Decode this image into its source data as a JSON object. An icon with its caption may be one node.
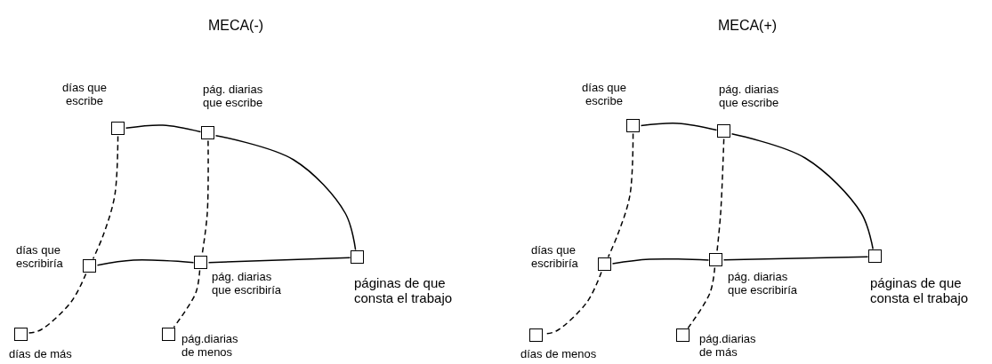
{
  "diagram": {
    "nodes": [
      {
        "text": [],
        "shape": "box",
        "beside": [
          "días que escribe"
        ]
      },
      {
        "text": [],
        "shape": "box",
        "beside": [
          "pág. diarias que escribe"
        ]
      },
      {
        "text": [],
        "shape": "box",
        "beside": [
          "días que escribiría"
        ]
      },
      {
        "text": [],
        "shape": "box",
        "beside": [
          "pág. diarias que escribiría"
        ]
      },
      {
        "text": [],
        "shape": "box",
        "beside": [
          "páginas de que consta el trabajo"
        ]
      },
      {
        "text": [],
        "shape": "box",
        "beside": [
          "días de más"
        ]
      },
      {
        "text": [],
        "shape": "box",
        "beside": [
          "pág.diarias de menos"
        ]
      },
      {
        "text": [],
        "shape": "box",
        "beside": [
          "días que escribe"
        ]
      },
      {
        "text": [],
        "shape": "box",
        "beside": [
          "pág. diarias que escribe"
        ]
      },
      {
        "text": [],
        "shape": "box",
        "beside": [
          "días que escribiría"
        ]
      },
      {
        "text": [],
        "shape": "box",
        "beside": [
          "pág. diarias que escribiría"
        ]
      },
      {
        "text": [],
        "shape": "box",
        "beside": [
          "páginas de que consta el trabajo"
        ]
      },
      {
        "text": [],
        "shape": "box",
        "beside": [
          "días de menos"
        ]
      },
      {
        "text": [],
        "shape": "box",
        "beside": [
          "pág.diarias de más"
        ]
      }
    ],
    "edges": [
      {
        "from": 0,
        "to": 1,
        "arrow": "none"
      },
      {
        "from": 1,
        "to": 4,
        "arrow": "none"
      },
      {
        "from": 2,
        "to": 3,
        "arrow": "none"
      },
      {
        "from": 3,
        "to": 4,
        "arrow": "none"
      },
      {
        "from": 0,
        "to": 2,
        "arrow": "none",
        "style": "dashed"
      },
      {
        "from": 2,
        "to": 5,
        "arrow": "none",
        "style": "dashed"
      },
      {
        "from": 1,
        "to": 3,
        "arrow": "none",
        "style": "dashed"
      },
      {
        "from": 3,
        "to": 6,
        "arrow": "none",
        "style": "dashed"
      },
      {
        "from": 7,
        "to": 8,
        "arrow": "none"
      },
      {
        "from": 8,
        "to": 11,
        "arrow": "none"
      },
      {
        "from": 9,
        "to": 10,
        "arrow": "none"
      },
      {
        "from": 10,
        "to": 11,
        "arrow": "none"
      },
      {
        "from": 7,
        "to": 9,
        "arrow": "none",
        "style": "dashed"
      },
      {
        "from": 9,
        "to": 12,
        "arrow": "none",
        "style": "dashed"
      },
      {
        "from": 8,
        "to": 10,
        "arrow": "none",
        "style": "dashed"
      },
      {
        "from": 10,
        "to": 13,
        "arrow": "none",
        "style": "dashed"
      }
    ],
    "labels": [
      "MECA(-)",
      "MECA(+)"
    ]
  }
}
